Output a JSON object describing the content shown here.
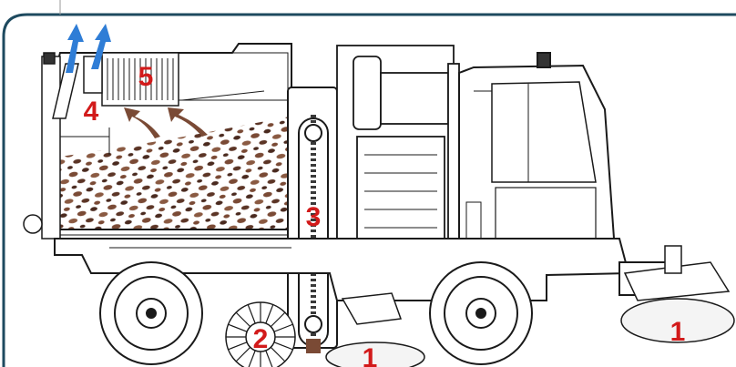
{
  "colors": {
    "frame": "#1e4a5f",
    "line": "#1a1a1a",
    "callout": "#d21a1a",
    "arrow_air": "#2f7dd6",
    "debris": "#7a4a35",
    "debris_dark": "#4a2a1f"
  },
  "callouts": [
    {
      "id": "1-front",
      "label": "1"
    },
    {
      "id": "1-rear",
      "label": "1"
    },
    {
      "id": "2",
      "label": "2"
    },
    {
      "id": "3",
      "label": "3"
    },
    {
      "id": "4",
      "label": "4"
    },
    {
      "id": "5",
      "label": "5"
    }
  ],
  "icons": [
    "air-outlet-arrow-icon",
    "air-outlet-arrow-icon",
    "debris-flow-arrow-icon",
    "debris-flow-arrow-icon"
  ]
}
